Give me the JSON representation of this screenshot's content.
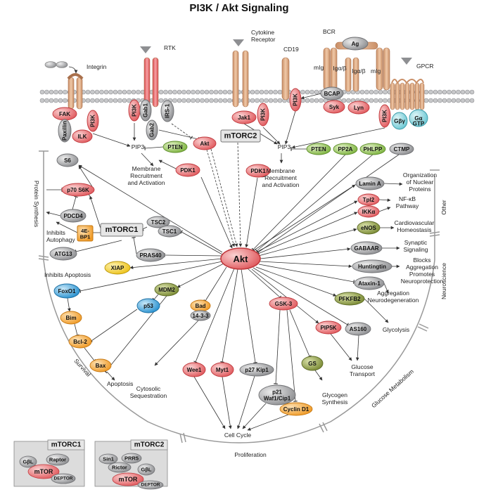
{
  "title": "PI3K / Akt Signaling",
  "colors": {
    "red": "#e8686b",
    "gray": "#a8a9ab",
    "green": "#95c25a",
    "orange": "#f4a93f",
    "yellow": "#f3d02e",
    "blue": "#3fa3dc",
    "olive": "#8a9a45",
    "tan": "#d9a57f"
  },
  "receptors": {
    "integrin": "Integrin",
    "rtk": "RTK",
    "cytokine": "Cytokine\nReceptor",
    "cd19": "CD19",
    "bcr": "BCR",
    "gpcr": "GPCR",
    "mig1": "mIg",
    "mig2": "mIg",
    "alpha_beta": "Igα/β",
    "alpha_beta2": "Igα/β"
  },
  "membrane_nodes": {
    "fak": "FAK",
    "paxillin": "Paxillin",
    "ilk": "ILK",
    "pi3k_int": "PI3K",
    "pi3k_rtk": "PI3K",
    "gab1": "Gab1",
    "gab2": "Gab2",
    "irs1": "IRS-1",
    "jak1": "Jak1",
    "pi3k_cyto": "PI3K",
    "pi3k_cd19": "PI3K",
    "ag": "Ag",
    "bcap": "BCAP",
    "syk": "Syk",
    "lyn": "Lyn",
    "pi3k_gpcr": "PI3K",
    "gbg": "Gβγ",
    "ga": "Gα",
    "gtp": "GTP"
  },
  "upper": {
    "pip3_left": "PIP3",
    "pten_left": "PTEN",
    "akt_top": "Akt",
    "mtorc2": "mTORC2",
    "pdk1_left": "PDK1",
    "recruit_left": "Membrane\nRecruitment\nand Activation",
    "pip3_right": "PIP3",
    "pten_right": "PTEN",
    "pp2a": "PP2A",
    "phlpp": "PHLPP",
    "ctmp": "CTMP",
    "pdk1_right": "PDK1",
    "recruit_right": "Membrane\nRecruitment\nand Activation"
  },
  "center": {
    "akt": "Akt"
  },
  "left_nodes": {
    "s6": "S6",
    "p70s6k": "p70 S6K",
    "pdcd4": "PDCD4",
    "ebp1": "4E-\nBP1",
    "mtorc1": "mTORC1",
    "tsc2": "TSC2",
    "tsc1": "TSC1",
    "atg13": "ATG13",
    "pras40": "PRAS40",
    "xiap": "XIAP",
    "foxo1": "FoxO1",
    "mdm2": "MDM2",
    "p53": "p53",
    "bim": "Bim",
    "bcl2": "Bcl-2",
    "bax": "Bax",
    "bad": "Bad",
    "b1433": "14-3-3"
  },
  "bottom_nodes": {
    "wee1": "Wee1",
    "myt1": "Myt1",
    "p27": "p27 Kip1",
    "gsk3": "GSK-3",
    "p21": "p21\nWaf1/Cip1",
    "cyclind1": "Cyclin D1",
    "gs": "GS"
  },
  "right_nodes": {
    "lamina": "Lamin A",
    "tpl2": "Tpl2",
    "ikka": "IKKα",
    "enos": "eNOS",
    "gabaar": "GABAAR",
    "huntingtin": "Huntingtin",
    "ataxin1": "Ataxin-1",
    "pfkfb2": "PFKFB2",
    "pip5k": "PIP5K",
    "as160": "AS160"
  },
  "outcomes": {
    "inhibits_autophagy": "Inhibits\nAutophagy",
    "inhibits_apoptosis": "Inhibits Apoptosis",
    "apoptosis": "Apoptosis",
    "cytosolic": "Cytosolic\nSequestration",
    "cell_cycle": "Cell Cycle",
    "glycogen": "Glycogen\nSynthesis",
    "glucose_transport": "Glucose\nTransport",
    "glycolysis": "Glycolysis",
    "aggregation_neuro": "Aggregation\nNeurodegeneration",
    "blocks_aggregation": "Blocks\nAggregation\nPromotes\nNeuroprotection",
    "synaptic": "Synaptic\nSignaling",
    "cardio": "Cardiovascular\nHomeostasis",
    "nfkb": "NF-κB\nPathway",
    "organization": "Organization\nof Nuclear\nProteins"
  },
  "categories": {
    "protein_synthesis": "Protein Synthesis",
    "survival": "Survival",
    "proliferation": "Proliferation",
    "glucose_metabolism": "Glucose Metabolism",
    "neuroscience": "Neuroscience",
    "other": "Other"
  },
  "legend": {
    "mtorc1": {
      "title": "mTORC1",
      "gbl": "GβL",
      "raptor": "Raptor",
      "mtor": "mTOR",
      "deptor": "DEPTOR"
    },
    "mtorc2": {
      "title": "mTORC2",
      "sin1": "Sin1",
      "prr5": "PRR5",
      "rictor": "Rictor",
      "gbl": "GβL",
      "mtor": "mTOR",
      "deptor": "DEPTOR"
    }
  }
}
